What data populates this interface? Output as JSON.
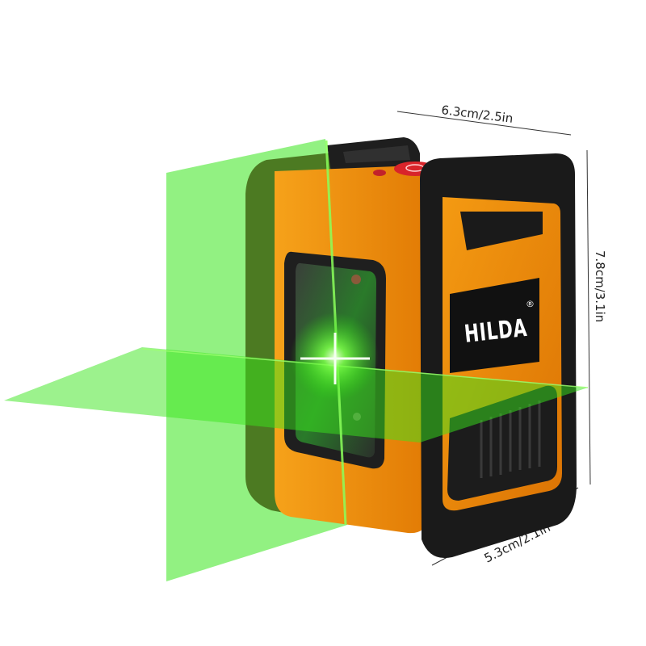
{
  "product": {
    "brand": "HILDA",
    "brand_mark": "®",
    "laser_color": "#39e61c",
    "body_color": "#f08a0a",
    "frame_color": "#1a1a1a"
  },
  "dimensions": {
    "width_label": "6.3cm/2.5in",
    "height_label": "7.8cm/3.1in",
    "depth_label": "5.3cm/2.1in"
  }
}
